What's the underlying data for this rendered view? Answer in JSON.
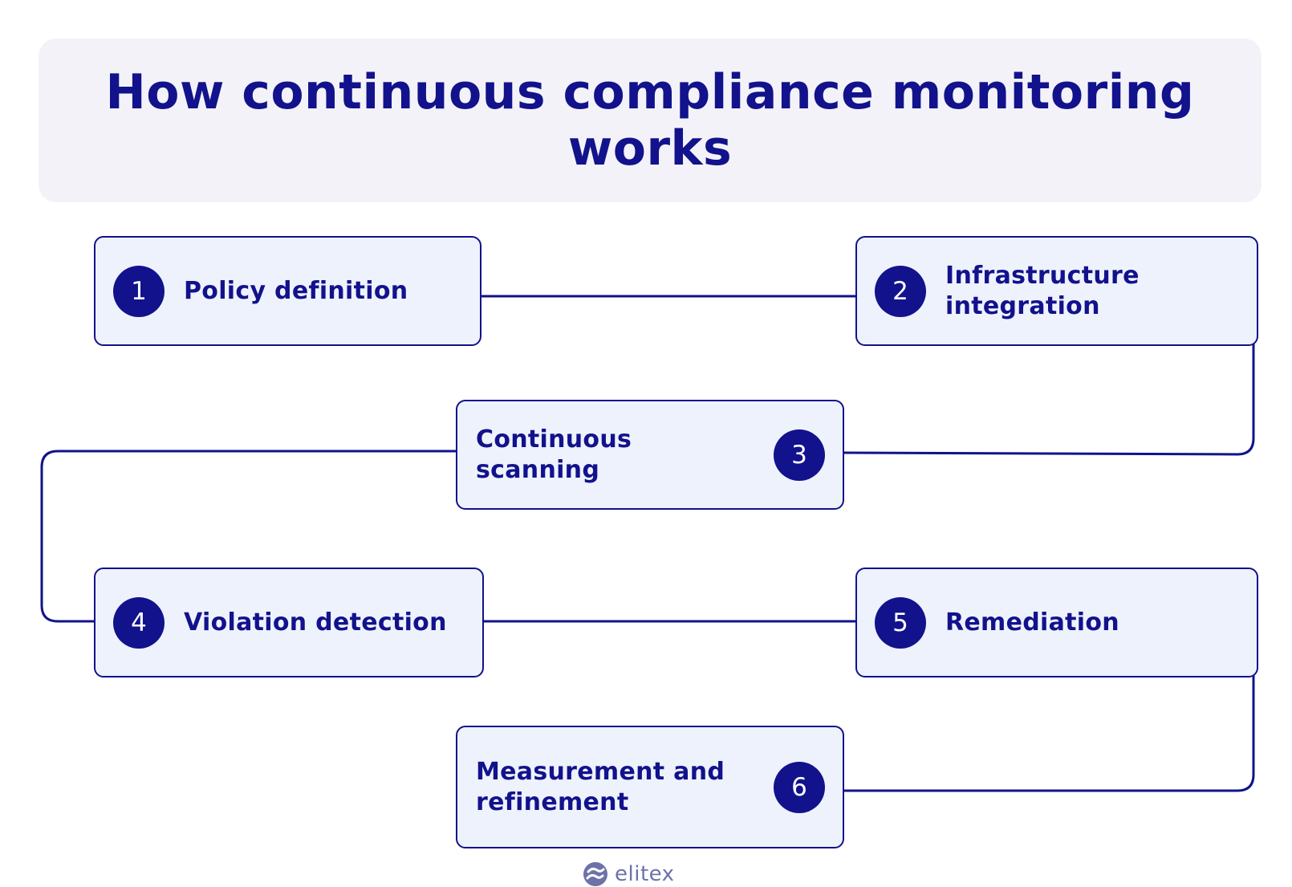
{
  "title": "How continuous compliance monitoring works",
  "steps": [
    {
      "number": "1",
      "label": "Policy definition"
    },
    {
      "number": "2",
      "label": "Infrastructure integration"
    },
    {
      "number": "3",
      "label": "Continuous scanning"
    },
    {
      "number": "4",
      "label": "Violation detection"
    },
    {
      "number": "5",
      "label": "Remediation"
    },
    {
      "number": "6",
      "label": "Measurement and refinement"
    }
  ],
  "brand": {
    "name": "elitex",
    "icon": "elitex-logo-icon"
  },
  "colors": {
    "navy": "#12128c",
    "box_fill": "#eef2fc",
    "title_panel": "#f3f2f8",
    "logo_text": "#6d72a8"
  }
}
